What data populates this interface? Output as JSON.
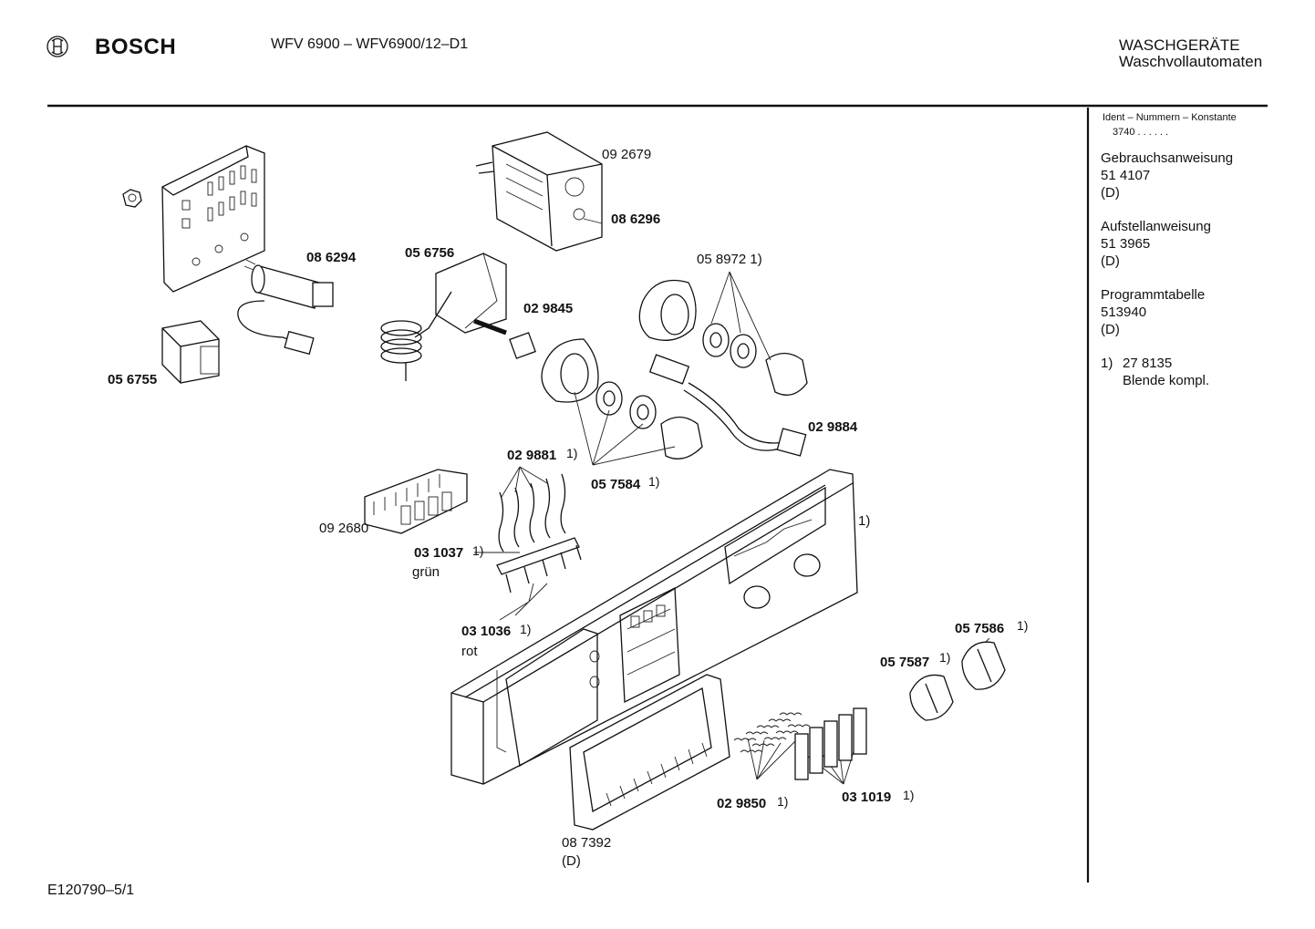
{
  "header": {
    "brand": "BOSCH",
    "model": "WFV 6900 – WFV6900/12–D1",
    "category_line1": "WASCHGERÄTE",
    "category_line2": "Waschvollautomaten"
  },
  "footer": {
    "code": "E120790–5/1"
  },
  "sidebar": {
    "ident_label": "Ident – Nummern – Konstante",
    "ident_value": "3740 . . . . . .",
    "docs": [
      {
        "title": "Gebrauchsanweisung",
        "number": "51 4107",
        "lang": "(D)"
      },
      {
        "title": "Aufstellanweisung",
        "number": "51 3965",
        "lang": "(D)"
      },
      {
        "title": "Programmtabelle",
        "number": "513940",
        "lang": "(D)"
      }
    ],
    "footnote_marker": "1)",
    "footnote_number": "27 8135",
    "footnote_text": "Blende kompl."
  },
  "parts": {
    "p092679": "09 2679",
    "p086296": "08 6296",
    "p086294": "08 6294",
    "p056756": "05 6756",
    "p056755": "05 6755",
    "p029845": "02 9845",
    "p058972": "05 8972 1)",
    "p029884": "02 9884",
    "p029881": "02 9881",
    "p057584": "05 7584",
    "p092680": "09 2680",
    "p031037": "03 1037",
    "p031037_note": "grün",
    "p031036": "03 1036",
    "p031036_note": "rot",
    "panel_note": "1)",
    "p057586": "05 7586",
    "p057587": "05 7587",
    "p029850": "02 9850",
    "p031019": "03 1019",
    "p087392": "08 7392",
    "p087392_note": "(D)",
    "footnote_sup": "1)"
  }
}
